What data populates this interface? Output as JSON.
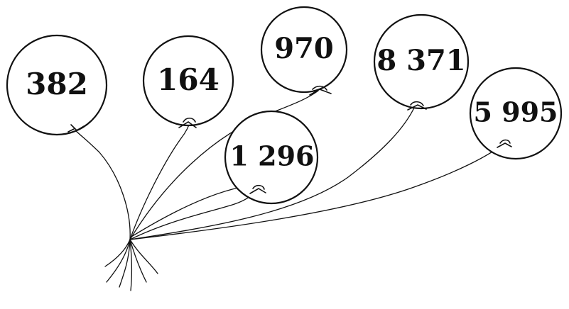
{
  "balloons": [
    {
      "id": "balloon-382",
      "label": "382"
    },
    {
      "id": "balloon-164",
      "label": "164"
    },
    {
      "id": "balloon-970",
      "label": "970"
    },
    {
      "id": "balloon-8371",
      "label": "8 371"
    },
    {
      "id": "balloon-1296",
      "label": "1 296"
    },
    {
      "id": "balloon-5995",
      "label": "5 995"
    }
  ]
}
